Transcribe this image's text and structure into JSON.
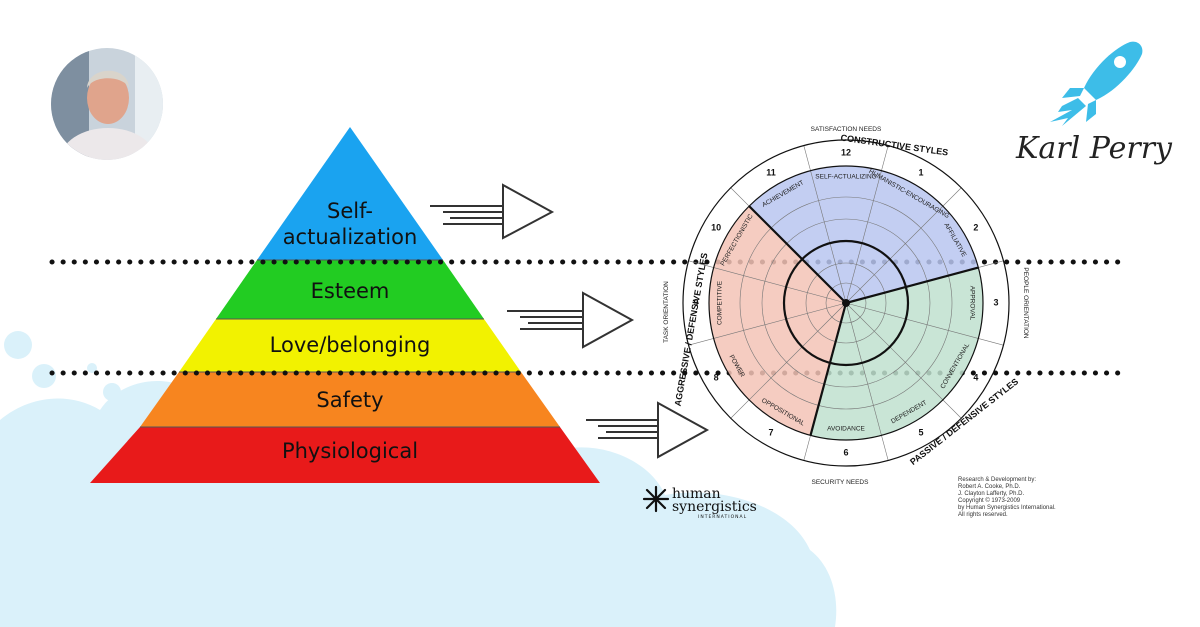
{
  "pyramid": {
    "levels": [
      {
        "label": "Self-",
        "label2": "actualization",
        "color": "#1aa3f0"
      },
      {
        "label": "Esteem",
        "color": "#22cc22"
      },
      {
        "label": "Love/belonging",
        "color": "#f2f200"
      },
      {
        "label": "Safety",
        "color": "#f7851f"
      },
      {
        "label": "Physiological",
        "color": "#e81a1a"
      }
    ]
  },
  "circumplex": {
    "satisfaction_needs": "SATISFACTION NEEDS",
    "security_needs": "SECURITY NEEDS",
    "people_orientation": "PEOPLE ORIENTATION",
    "task_orientation": "TASK ORIENTATION",
    "constructive": "CONSTRUCTIVE STYLES",
    "passive": "PASSIVE / DEFENSIVE STYLES",
    "aggressive": "AGGRESSIVE / DEFENSIVE STYLES",
    "styles": {
      "n12": "12",
      "s12": "SELF-ACTUALIZING",
      "n1": "1",
      "s1": "HUMANISTIC-ENCOURAGING",
      "n2": "2",
      "s2": "AFFILIATIVE",
      "n3": "3",
      "s3": "APPROVAL",
      "n4": "4",
      "s4": "CONVENTIONAL",
      "n5": "5",
      "s5": "DEPENDENT",
      "n6": "6",
      "s6": "AVOIDANCE",
      "n7": "7",
      "s7": "OPPOSITIONAL",
      "n8": "8",
      "s8": "POWER",
      "n9": "9",
      "s9": "COMPETITIVE",
      "n10": "10",
      "s10": "PERFECTIONISTIC",
      "n11": "11",
      "s11": "ACHIEVEMENT"
    },
    "credits": [
      "Research & Development by:",
      "Robert A. Cooke, Ph.D.",
      "J. Clayton Lafferty, Ph.D.",
      "Copyright © 1973-2009",
      "by Human Synergistics International.",
      "All rights reserved."
    ]
  },
  "logo": {
    "line1": "human",
    "line2": "synergistics",
    "line3": "INTERNATIONAL"
  },
  "signature": "Karl Perry",
  "colors": {
    "rocket": "#3dbde8",
    "cloud": "#daf1fa",
    "constructive": "#b9c6f0",
    "passive": "#bfe0cf",
    "aggressive": "#f3c3b6"
  }
}
